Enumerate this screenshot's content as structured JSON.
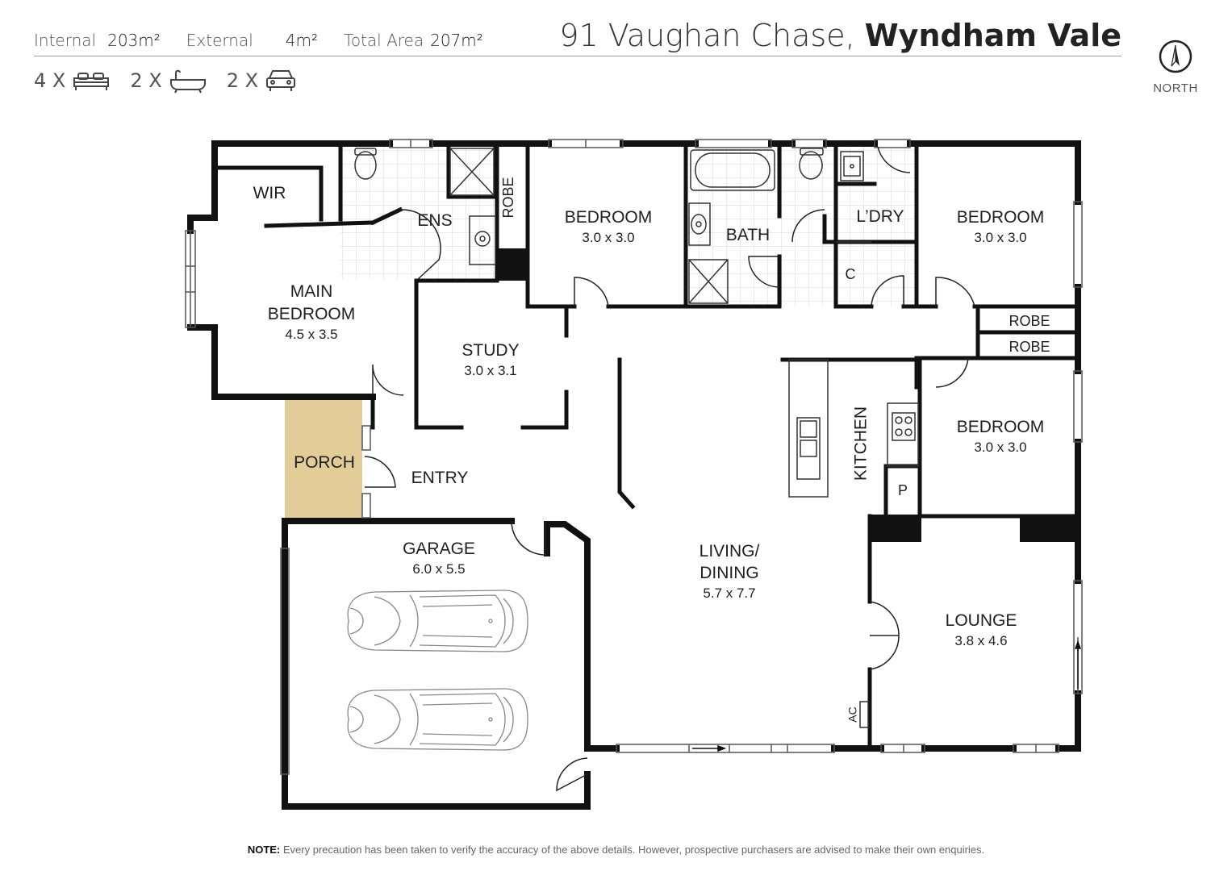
{
  "header": {
    "internal_label": "Internal",
    "internal_value": "203m²",
    "external_label": "External",
    "external_value": "4m²",
    "total_label": "Total Area",
    "total_value": "207m²",
    "address_street": "91 Vaughan Chase,",
    "address_suburb": "Wyndham Vale",
    "bed_count": "4 X",
    "bath_count": "2 X",
    "car_count": "2 X",
    "compass_label": "NORTH"
  },
  "rooms": {
    "wir": "WIR",
    "ens": "ENS",
    "robe_ens": "ROBE",
    "bed2_name": "BEDROOM",
    "bed2_size": "3.0 x 3.0",
    "bath": "BATH",
    "ldry": "L’DRY",
    "linen": "C",
    "bed3_name": "BEDROOM",
    "bed3_size": "3.0 x 3.0",
    "robe_a": "ROBE",
    "robe_b": "ROBE",
    "main_line1": "MAIN",
    "main_line2": "BEDROOM",
    "main_size": "4.5 x 3.5",
    "study_name": "STUDY",
    "study_size": "3.0 x 3.1",
    "kitchen": "KITCHEN",
    "pantry": "P",
    "bed4_name": "BEDROOM",
    "bed4_size": "3.0 x 3.0",
    "porch": "PORCH",
    "entry": "ENTRY",
    "garage_name": "GARAGE",
    "garage_size": "6.0 x 5.5",
    "living_line1": "LIVING/",
    "living_line2": "DINING",
    "living_size": "5.7 x 7.7",
    "lounge_name": "LOUNGE",
    "lounge_size": "3.8 x 4.6",
    "ac": "AC"
  },
  "colors": {
    "wall": "#111111",
    "porch_fill": "#e2cc98",
    "tile_line": "#d6d6d6"
  },
  "icons": [
    "bed-icon",
    "bath-icon",
    "car-icon",
    "compass-icon"
  ],
  "note": {
    "label": "NOTE:",
    "text": " Every precaution has been taken to verify the accuracy of the above details. However, prospective purchasers are advised to make their own enquiries."
  }
}
